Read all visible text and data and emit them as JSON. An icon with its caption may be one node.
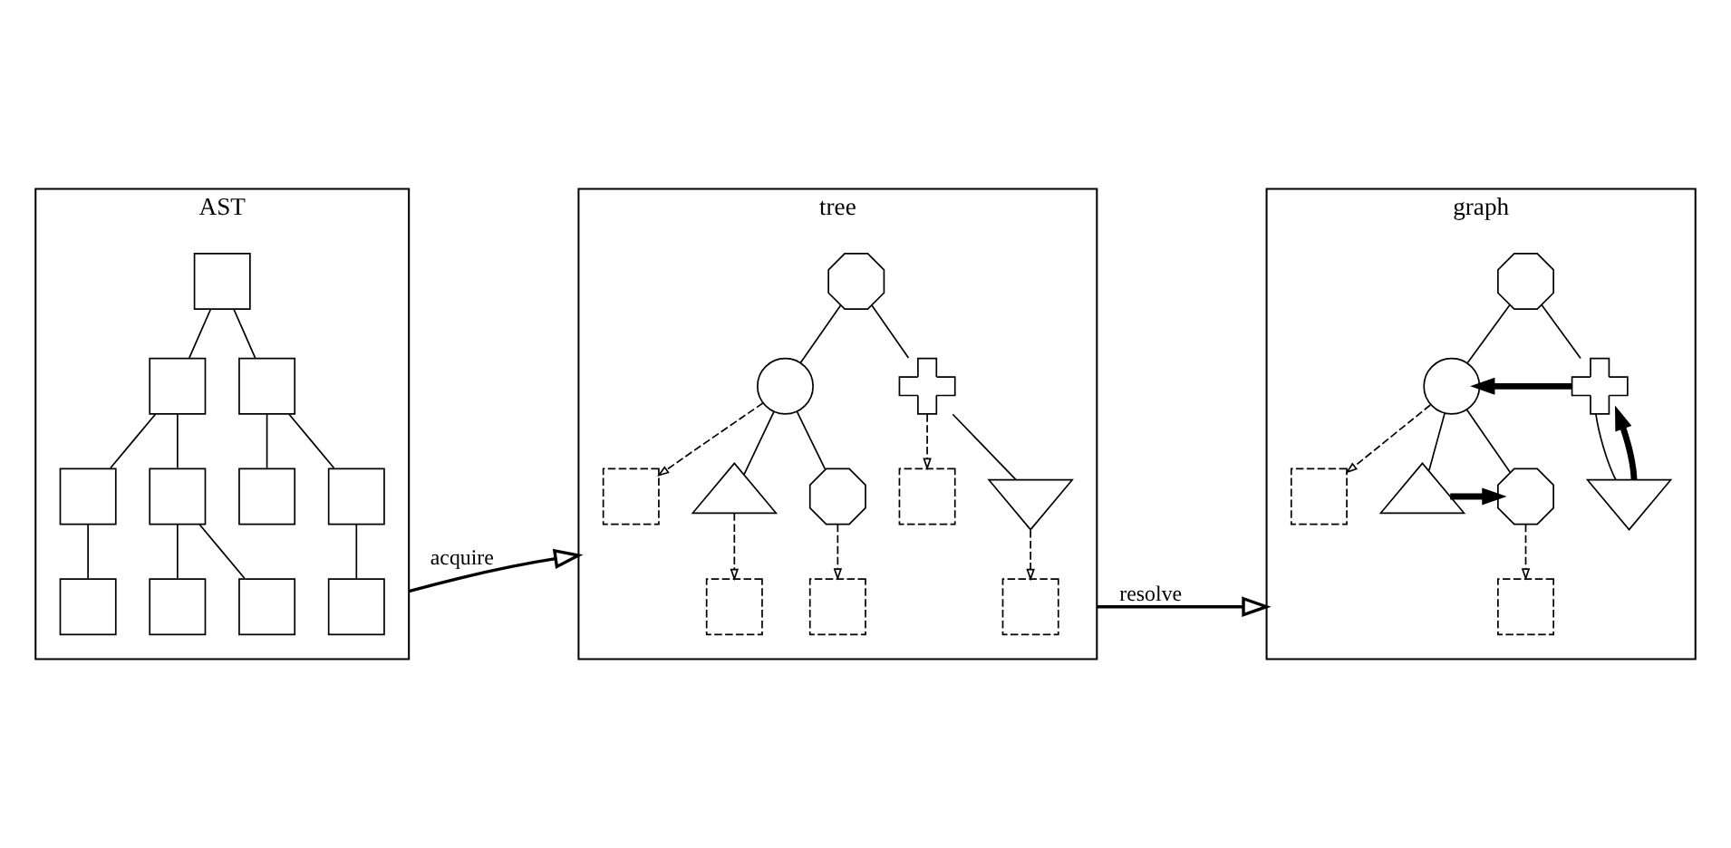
{
  "diagram": {
    "nodes": [
      {
        "text": [
          "AST"
        ]
      },
      {
        "text": [],
        "shape": "box",
        "in": 0
      },
      {
        "text": [],
        "shape": "box",
        "in": 0
      },
      {
        "text": [],
        "shape": "box",
        "in": 0
      },
      {
        "text": [],
        "shape": "box",
        "in": 0
      },
      {
        "text": [],
        "shape": "box",
        "in": 0
      },
      {
        "text": [],
        "shape": "box",
        "in": 0
      },
      {
        "text": [],
        "shape": "box",
        "in": 0
      },
      {
        "text": [],
        "shape": "box",
        "in": 0
      },
      {
        "text": [],
        "shape": "box",
        "in": 0
      },
      {
        "text": [],
        "shape": "box",
        "in": 0
      },
      {
        "text": [],
        "shape": "box",
        "in": 0
      },
      {
        "text": [
          "tree"
        ]
      },
      {
        "text": [],
        "shape": "octagon",
        "in": 12
      },
      {
        "text": [],
        "shape": "box",
        "in": 12
      },
      {
        "text": [],
        "shape": "circle",
        "in": 12
      },
      {
        "text": [],
        "shape": "box",
        "in": 12
      },
      {
        "text": [],
        "shape": "cross",
        "in": 12
      },
      {
        "text": [],
        "shape": "triangle",
        "in": 12
      },
      {
        "text": [],
        "shape": "octagon",
        "in": 12
      },
      {
        "text": [],
        "shape": "invtriangle",
        "in": 12
      },
      {
        "text": [],
        "shape": "box",
        "in": 12
      },
      {
        "text": [],
        "shape": "box",
        "in": 12
      },
      {
        "text": [],
        "shape": "box",
        "in": 12
      },
      {
        "text": [
          "graph"
        ]
      },
      {
        "text": [],
        "shape": "octagon",
        "in": 24
      },
      {
        "text": [],
        "shape": "box",
        "in": 24
      },
      {
        "text": [],
        "shape": "circle",
        "in": 24
      },
      {
        "text": [],
        "shape": "cross",
        "in": 24
      },
      {
        "text": [],
        "shape": "triangle",
        "in": 24
      },
      {
        "text": [],
        "shape": "octagon",
        "in": 24
      },
      {
        "text": [],
        "shape": "invtriangle",
        "in": 24
      },
      {
        "text": [],
        "shape": "box",
        "in": 24
      }
    ],
    "edges": [
      {
        "from": 1,
        "to": 2,
        "arrow": "none"
      },
      {
        "from": 1,
        "to": 3,
        "arrow": "none"
      },
      {
        "from": 2,
        "to": 4,
        "arrow": "none"
      },
      {
        "from": 2,
        "to": 5,
        "arrow": "none"
      },
      {
        "from": 3,
        "to": 6,
        "arrow": "none"
      },
      {
        "from": 3,
        "to": 7,
        "arrow": "none"
      },
      {
        "from": 4,
        "to": 8,
        "arrow": "none"
      },
      {
        "from": 5,
        "to": 9,
        "arrow": "none"
      },
      {
        "from": 5,
        "to": 10,
        "arrow": "none"
      },
      {
        "from": 7,
        "to": 11,
        "arrow": "none"
      },
      {
        "from": 13,
        "to": 15,
        "arrow": "none"
      },
      {
        "from": 13,
        "to": 17,
        "arrow": "none"
      },
      {
        "from": 15,
        "to": 14,
        "arrow": "to",
        "style": "dashed"
      },
      {
        "from": 17,
        "to": 16,
        "arrow": "to",
        "style": "dashed"
      },
      {
        "from": 15,
        "to": 18,
        "arrow": "none"
      },
      {
        "from": 15,
        "to": 19,
        "arrow": "none"
      },
      {
        "from": 17,
        "to": 20,
        "arrow": "none"
      },
      {
        "from": 18,
        "to": 21,
        "arrow": "to",
        "style": "dashed"
      },
      {
        "from": 19,
        "to": 22,
        "arrow": "to",
        "style": "dashed"
      },
      {
        "from": 20,
        "to": 23,
        "arrow": "to",
        "style": "dashed"
      },
      {
        "from": 25,
        "to": 27,
        "arrow": "none"
      },
      {
        "from": 25,
        "to": 28,
        "arrow": "none"
      },
      {
        "from": 27,
        "to": 26,
        "arrow": "to",
        "style": "dashed"
      },
      {
        "from": 28,
        "to": 27,
        "arrow": "to",
        "style": "thick"
      },
      {
        "from": 27,
        "to": 29,
        "arrow": "none"
      },
      {
        "from": 27,
        "to": 30,
        "arrow": "none"
      },
      {
        "from": 28,
        "to": 31,
        "arrow": "none"
      },
      {
        "from": 29,
        "to": 30,
        "arrow": "to",
        "style": "thick"
      },
      {
        "from": 31,
        "to": 28,
        "arrow": "to",
        "style": "thick"
      },
      {
        "from": 30,
        "to": 32,
        "arrow": "to",
        "style": "dashed"
      },
      {
        "from": 0,
        "to": 12,
        "label": "acquire",
        "arrow": "to"
      },
      {
        "from": 12,
        "to": 24,
        "label": "resolve",
        "arrow": "to"
      }
    ]
  }
}
